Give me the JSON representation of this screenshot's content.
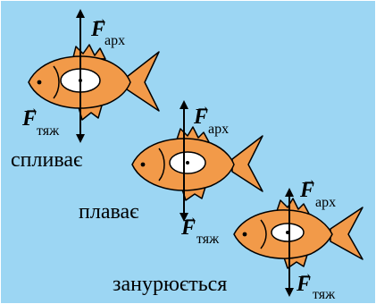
{
  "colors": {
    "water": "#9cd6f3",
    "fish_body": "#f29a49",
    "fish_outline": "#000000",
    "eye_white": "#ffffff"
  },
  "forces": {
    "buoyancy_symbol": "F",
    "buoyancy_subscript": "арх",
    "gravity_symbol": "F",
    "gravity_subscript": "тяж"
  },
  "states": [
    {
      "label": "спливає"
    },
    {
      "label": "плаває"
    },
    {
      "label": "занурюється"
    }
  ]
}
